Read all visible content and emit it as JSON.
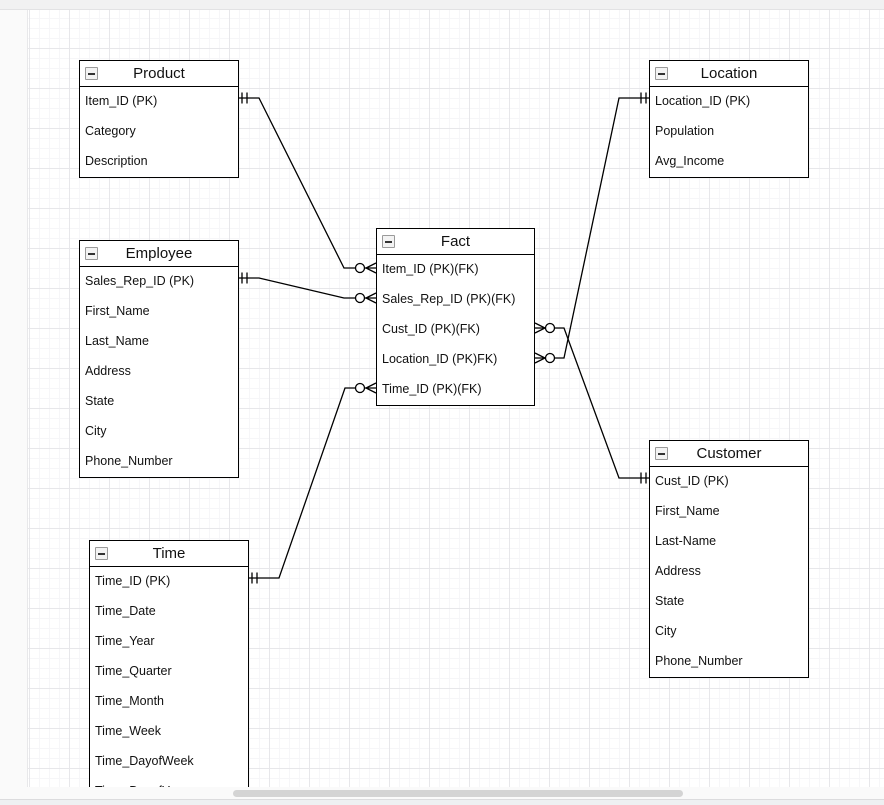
{
  "app": {
    "kind": "diagram-editor-canvas",
    "diagram_type": "entity-relationship"
  },
  "entities": [
    {
      "title": "Product",
      "rows": [
        "Item_ID (PK)",
        "Category",
        "Description"
      ]
    },
    {
      "title": "Location",
      "rows": [
        "Location_ID (PK)",
        "Population",
        "Avg_Income"
      ]
    },
    {
      "title": "Employee",
      "rows": [
        "Sales_Rep_ID (PK)",
        "First_Name",
        "Last_Name",
        "Address",
        "State",
        "City",
        "Phone_Number"
      ]
    },
    {
      "title": "Fact",
      "rows": [
        "Item_ID (PK)(FK)",
        "Sales_Rep_ID (PK)(FK)",
        "Cust_ID (PK)(FK)",
        "Location_ID (PK)FK)",
        "Time_ID (PK)(FK)"
      ]
    },
    {
      "title": "Customer",
      "rows": [
        "Cust_ID (PK)",
        "First_Name",
        "Last-Name",
        "Address",
        "State",
        "City",
        "Phone_Number"
      ]
    },
    {
      "title": "Time",
      "rows": [
        "Time_ID (PK)",
        "Time_Date",
        "Time_Year",
        "Time_Quarter",
        "Time_Month",
        "Time_Week",
        "Time_DayofWeek",
        "Time_DayofYear"
      ]
    }
  ],
  "connectors": [
    {
      "from": "Product.Item_ID",
      "to": "Fact.Item_ID",
      "from_cardinality": "one",
      "to_cardinality": "zero-or-many"
    },
    {
      "from": "Employee.Sales_Rep_ID",
      "to": "Fact.Sales_Rep_ID",
      "from_cardinality": "one",
      "to_cardinality": "zero-or-many"
    },
    {
      "from": "Time.Time_ID",
      "to": "Fact.Time_ID",
      "from_cardinality": "one",
      "to_cardinality": "zero-or-many"
    },
    {
      "from": "Fact.Cust_ID",
      "to": "Customer.Cust_ID",
      "from_cardinality": "zero-or-many",
      "to_cardinality": "one"
    },
    {
      "from": "Fact.Location_ID",
      "to": "Location.Location_ID",
      "from_cardinality": "zero-or-many",
      "to_cardinality": "one"
    }
  ],
  "icons": {
    "collapse": "minus-square-icon"
  },
  "colors": {
    "entity_border": "#000000",
    "entity_fill": "#ffffff",
    "text": "#000000",
    "grid_minor": "#f6f6f8",
    "grid_major": "#e7e7ea",
    "canvas_bg": "#ffffff",
    "margin_bg": "#fafafa",
    "scrollbar_thumb": "#d4d4d4",
    "bottom_strip": "#eef0f2"
  }
}
